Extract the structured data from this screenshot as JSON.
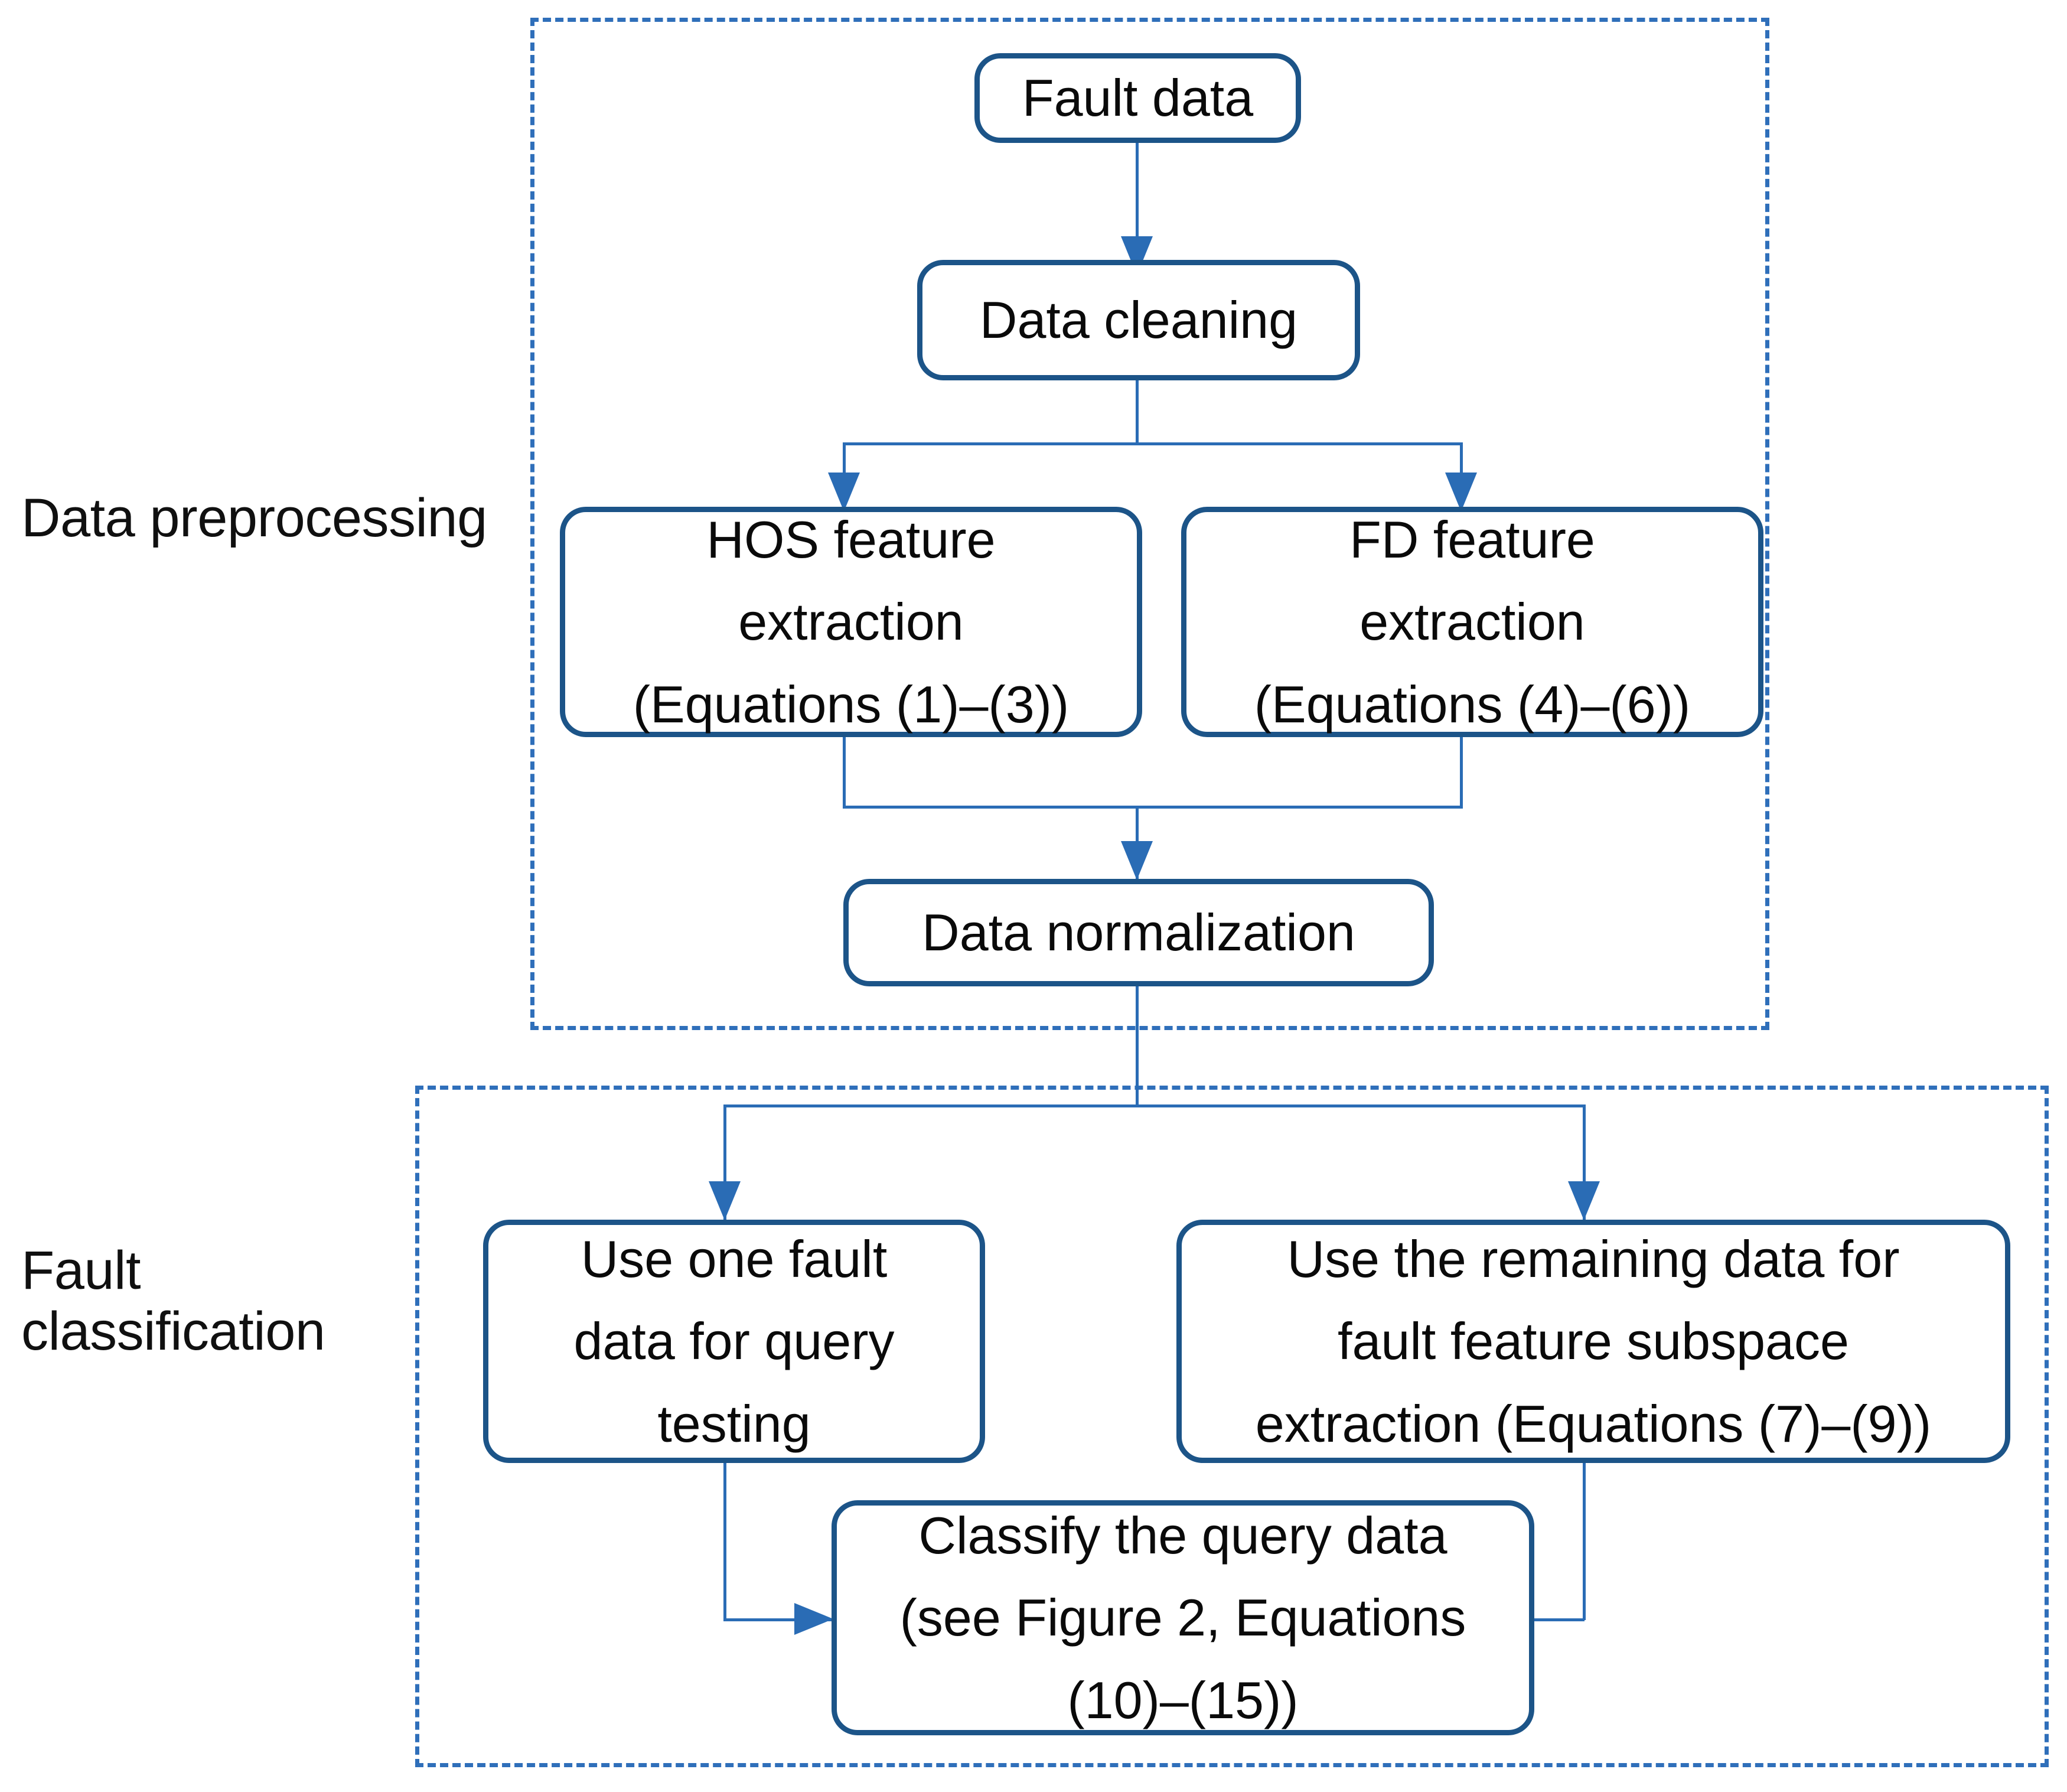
{
  "figure": {
    "type": "flowchart",
    "accent_color": "#1c5488",
    "connector_color": "#2a6cb5",
    "group_border_color": "#2f6fba",
    "text_color": "#0a0a0a",
    "background_color": "#ffffff"
  },
  "groups": [
    {
      "id": "data-preprocessing",
      "label": "Data preprocessing"
    },
    {
      "id": "fault-classification",
      "label": "Fault\nclassification"
    }
  ],
  "nodes": {
    "fault_data": "Fault data",
    "data_cleaning": "Data cleaning",
    "hos_feature": "HOS feature\nextraction\n(Equations (1)–(3))",
    "fd_feature": "FD feature\nextraction\n(Equations (4)–(6))",
    "data_normalization": "Data normalization",
    "query_testing": "Use one fault\ndata for query\ntesting",
    "subspace_extraction": "Use the remaining data for\nfault feature subspace\nextraction (Equations (7)–(9))",
    "classify_query": "Classify the query data\n(see Figure 2, Equations\n(10)–(15))"
  },
  "edges": [
    {
      "from": "fault_data",
      "to": "data_cleaning",
      "kind": "straight-down"
    },
    {
      "from": "data_cleaning",
      "to": "hos_feature",
      "kind": "split-left"
    },
    {
      "from": "data_cleaning",
      "to": "fd_feature",
      "kind": "split-right"
    },
    {
      "from": "hos_feature",
      "to": "data_normalization",
      "kind": "merge-left"
    },
    {
      "from": "fd_feature",
      "to": "data_normalization",
      "kind": "merge-right"
    },
    {
      "from": "data_normalization",
      "to": "query_testing",
      "kind": "split-left"
    },
    {
      "from": "data_normalization",
      "to": "subspace_extraction",
      "kind": "split-right"
    },
    {
      "from": "query_testing",
      "to": "classify_query",
      "kind": "elbow-right"
    },
    {
      "from": "subspace_extraction",
      "to": "classify_query",
      "kind": "elbow-left"
    }
  ]
}
